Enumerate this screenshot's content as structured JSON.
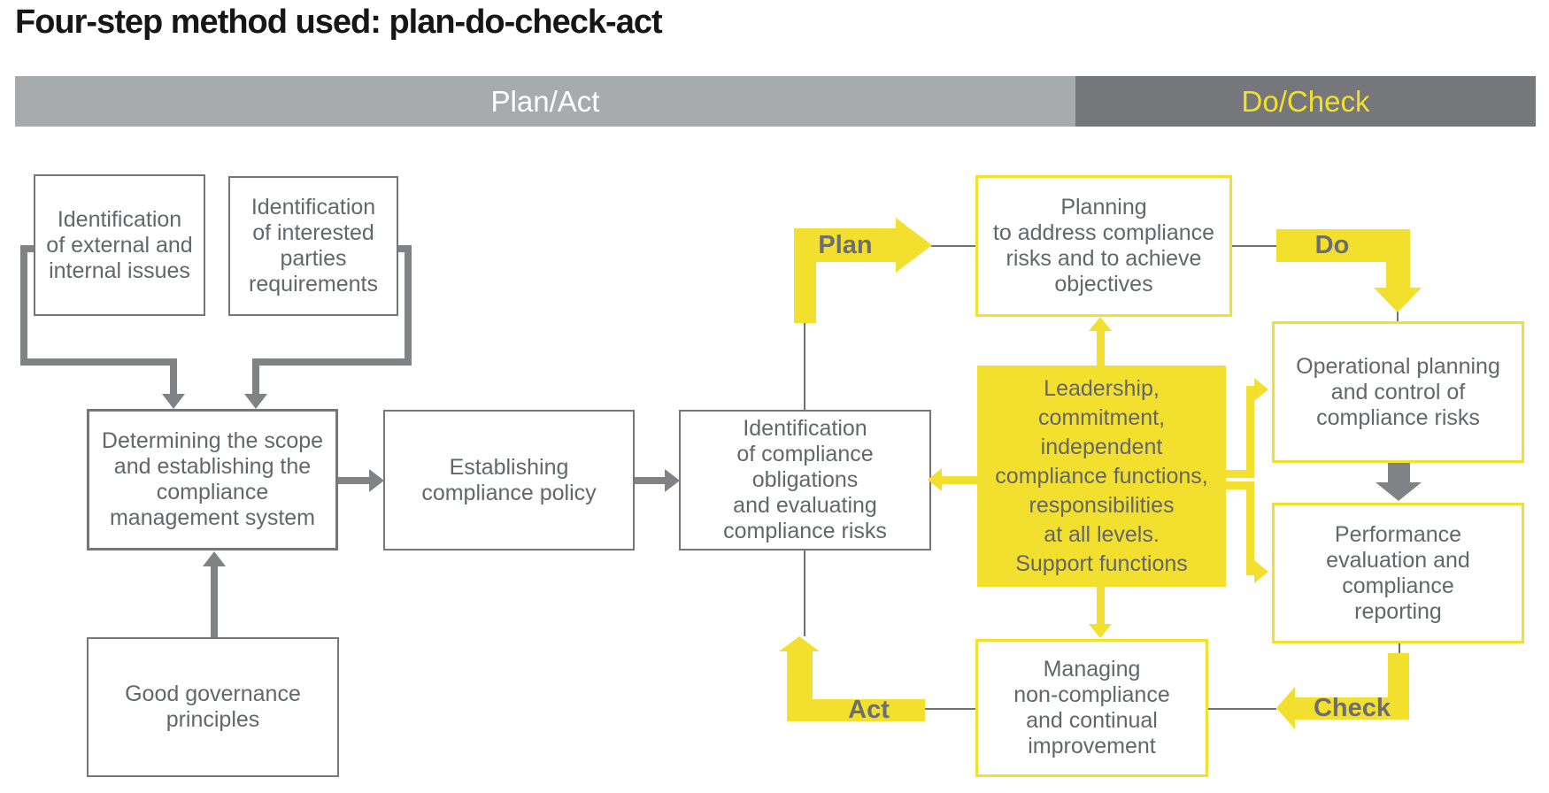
{
  "title": "Four-step method used: plan-do-check-act",
  "header": {
    "plan_act": "Plan/Act",
    "do_check": "Do/Check"
  },
  "step_arrows": {
    "plan": "Plan",
    "do": "Do",
    "check": "Check",
    "act": "Act"
  },
  "boxes": {
    "external_issues": "Identification\nof external and\ninternal issues",
    "interested_parties": "Identification\nof interested\nparties\nrequirements",
    "determining_scope": "Determining the scope\nand establishing the\ncompliance\nmanagement system",
    "establishing_policy": "Establishing\ncompliance policy",
    "good_governance": "Good governance\nprinciples",
    "compliance_obligations": "Identification\nof compliance\nobligations\nand evaluating\ncompliance risks",
    "planning": "Planning\nto address compliance\nrisks and to achieve\nobjectives",
    "leadership": "Leadership,\ncommitment,\nindependent\ncompliance functions,\nresponsibilities\nat all levels.\nSupport functions",
    "operational_planning": "Operational planning\nand control of\ncompliance risks",
    "performance_evaluation": "Performance\nevaluation and\ncompliance\nreporting",
    "managing_noncompliance": "Managing\nnon-compliance\nand continual\nimprovement"
  },
  "colors": {
    "yellow": "#F2DF2E",
    "header_dark_gray": "#76777A",
    "header_light_gray": "#A8ABAB",
    "text_gray": "#63666A",
    "connector_gray": "#808285",
    "title_black": "#161616"
  }
}
